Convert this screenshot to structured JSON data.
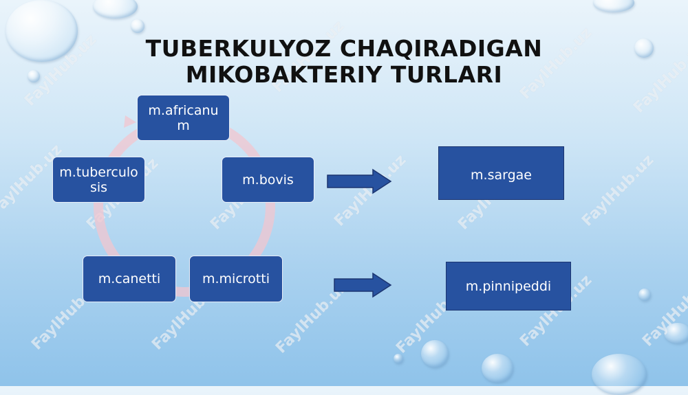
{
  "slide": {
    "title_line1": "TUBERKULYOZ CHAQIRADIGAN",
    "title_line2": "MIKOBAKTERIY TURLARI"
  },
  "cycle_nodes": {
    "africanum": "m.africanum",
    "tuberculosis": "m.tuberculosis",
    "bovis": "m.bovis",
    "canetti": "m.canetti",
    "microtti": "m.microtti"
  },
  "target_nodes": {
    "sargae": "m.sargae",
    "pinnipeddi": "m.pinnipeddi"
  },
  "watermark": "FaylHub.uz",
  "colors": {
    "node_fill": "#2752a0",
    "cycle_ring": "#f2c6cf",
    "title": "#111111"
  }
}
